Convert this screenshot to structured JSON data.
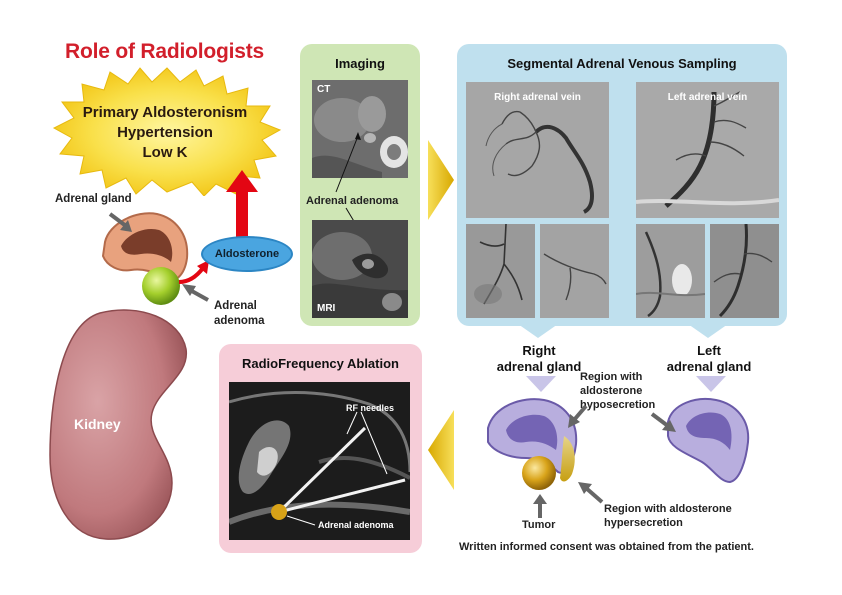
{
  "title": "Role of Radiologists",
  "burst": {
    "line1": "Primary Aldosteronism",
    "line2": "Hypertension",
    "line3": "Low K"
  },
  "anatomy": {
    "adrenal_gland": "Adrenal gland",
    "aldosterone": "Aldosterone",
    "adrenal_adenoma_1": "Adrenal",
    "adrenal_adenoma_2": "adenoma",
    "kidney": "Kidney"
  },
  "imaging": {
    "title": "Imaging",
    "ct": "CT",
    "mri": "MRI",
    "adenoma": "Adrenal adenoma"
  },
  "avs": {
    "title": "Segmental Adrenal Venous Sampling",
    "right_vein": "Right adrenal vein",
    "left_vein": "Left adrenal vein",
    "right_gland_1": "Right",
    "right_gland_2": "adrenal gland",
    "left_gland_1": "Left",
    "left_gland_2": "adrenal gland",
    "hypo_1": "Region with",
    "hypo_2": "aldosterone",
    "hypo_3": "hyposecretion",
    "hyper_1": "Region with aldosterone",
    "hyper_2": "hypersecretion",
    "tumor": "Tumor",
    "consent": "Written informed consent was obtained from the patient."
  },
  "rfa": {
    "title": "RadioFrequency Ablation",
    "needles": "RF needles",
    "adenoma": "Adrenal adenoma"
  },
  "colors": {
    "title_red": "#d21f2b",
    "burst_yellow": "#f7d51c",
    "imaging_green": "#cfe6b5",
    "avs_blue": "#bfe0ee",
    "rfa_pink": "#f6cdd8",
    "arrow_gold": "#e6b800",
    "kidney": "#c98c8f",
    "adrenal_purple": "#a89ad0"
  }
}
